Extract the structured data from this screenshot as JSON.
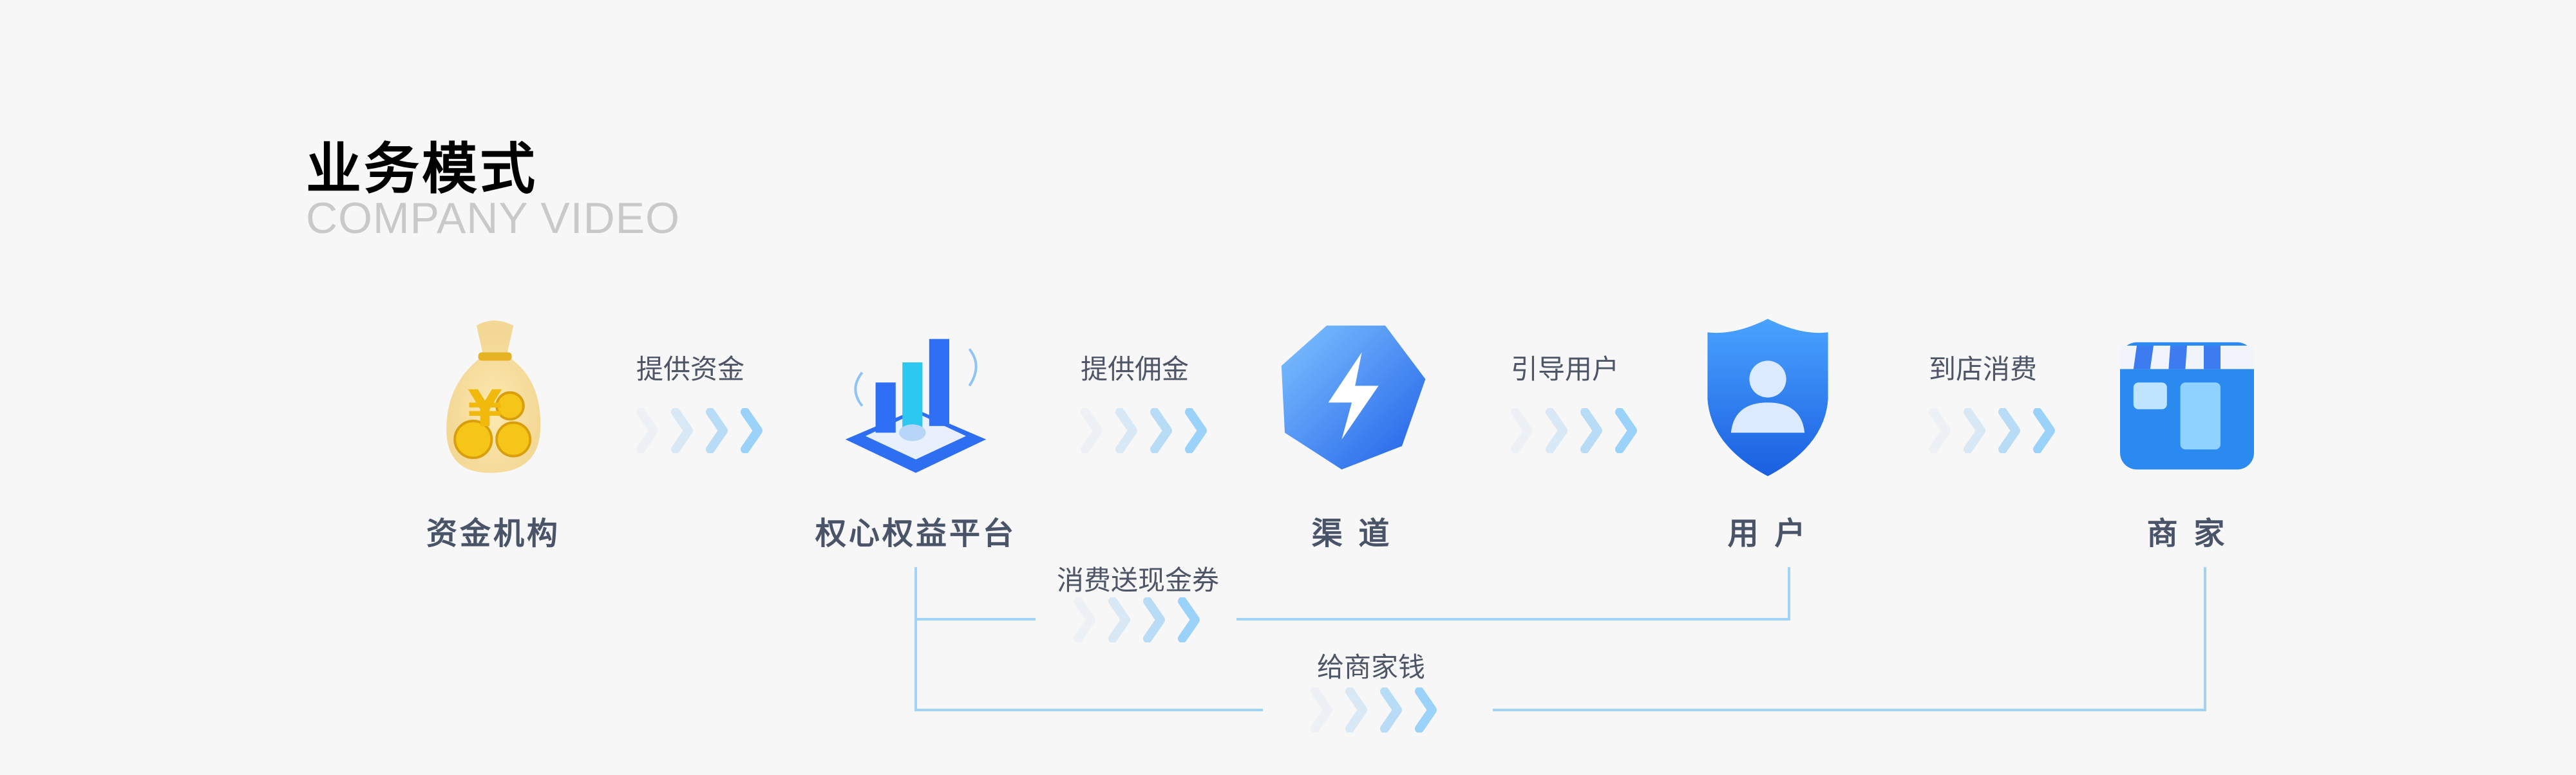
{
  "header": {
    "title": "业务模式",
    "subtitle": "COMPANY VIDEO"
  },
  "nodes": [
    {
      "label": "资金机构",
      "icon": "money-bag-icon"
    },
    {
      "label": "权心权益平台",
      "icon": "bar-chart-platform-icon"
    },
    {
      "label": "渠 道",
      "icon": "lightning-icon"
    },
    {
      "label": "用 户",
      "icon": "user-shield-icon"
    },
    {
      "label": "商 家",
      "icon": "store-icon"
    }
  ],
  "flows": [
    {
      "label": "提供资金"
    },
    {
      "label": "提供佣金"
    },
    {
      "label": "引导用户"
    },
    {
      "label": "到店消费"
    }
  ],
  "return_flows": [
    {
      "label": "消费送现金券"
    },
    {
      "label": "给商家钱"
    }
  ],
  "colors": {
    "accent": "#2f7cf6",
    "line": "#9fd4f7",
    "text": "#4a5468"
  }
}
